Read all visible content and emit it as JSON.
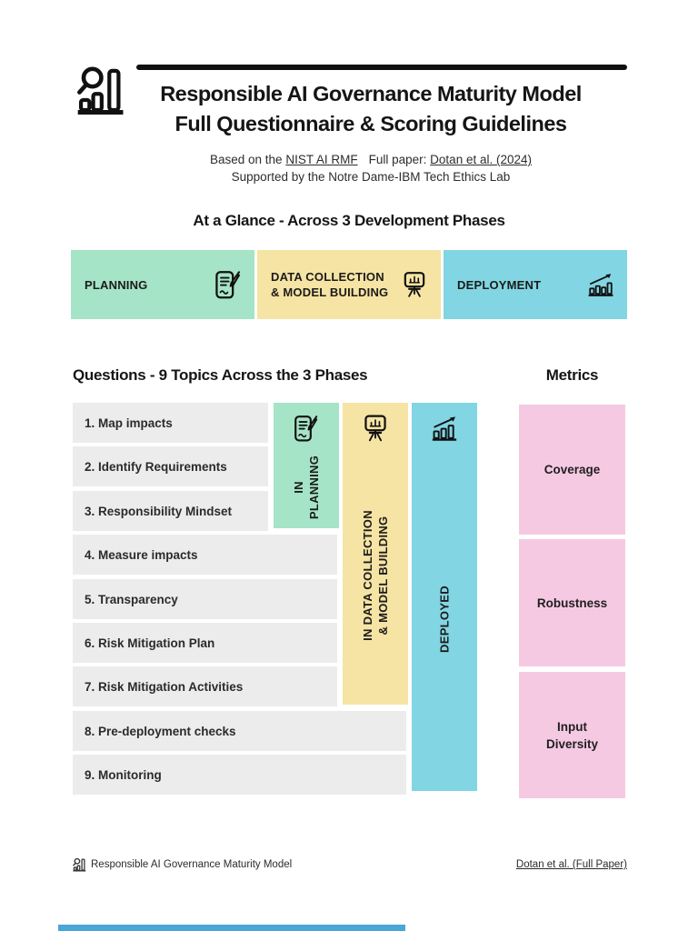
{
  "colors": {
    "phase_planning": "#a5e4c6",
    "phase_data_collection": "#f6e4a4",
    "phase_deployment": "#82d5e2",
    "metric_pink": "#f6c9e3",
    "row_grey": "#ececec",
    "ink": "#111111",
    "page_edge_blue": "#4aa5d8"
  },
  "header": {
    "title_line1": "Responsible AI Governance Maturity Model",
    "title_line2": "Full Questionnaire & Scoring Guidelines",
    "based_prefix": "Based on the",
    "nist_link": "NIST AI RMF",
    "full_paper_label": "Full paper:",
    "paper_link": "Dotan et al. (2024)",
    "supported_by": "Supported by the Notre Dame-IBM Tech Ethics Lab"
  },
  "glance": {
    "heading": "At a Glance - Across 3 Development Phases",
    "phases": [
      {
        "label": "PLANNING",
        "icon": "document-pen-icon"
      },
      {
        "label_line1": "DATA COLLECTION",
        "label_line2": "& MODEL BUILDING",
        "icon": "presentation-chart-icon"
      },
      {
        "label": "DEPLOYMENT",
        "icon": "growth-chart-icon"
      }
    ]
  },
  "questions": {
    "heading": "Questions - 9 Topics Across the 3 Phases",
    "items": [
      "1. Map impacts",
      "2. Identify Requirements",
      "3. Responsibility Mindset",
      "4. Measure impacts",
      "5. Transparency",
      "6. Risk Mitigation Plan",
      "7. Risk Mitigation Activities",
      "8. Pre-deployment checks",
      "9. Monitoring"
    ]
  },
  "columns": {
    "planning": {
      "line1": "IN",
      "line2": "PLANNING"
    },
    "data_collection": {
      "line1": "IN DATA COLLECTION",
      "line2": "& MODEL BUILDING"
    },
    "deployed": {
      "label": "DEPLOYED"
    }
  },
  "metrics": {
    "heading": "Metrics",
    "items": [
      "Coverage",
      "Robustness",
      "Input Diversity"
    ]
  },
  "footer": {
    "brand": "Responsible AI Governance Maturity Model",
    "link": "Dotan et al. (Full Paper)"
  }
}
